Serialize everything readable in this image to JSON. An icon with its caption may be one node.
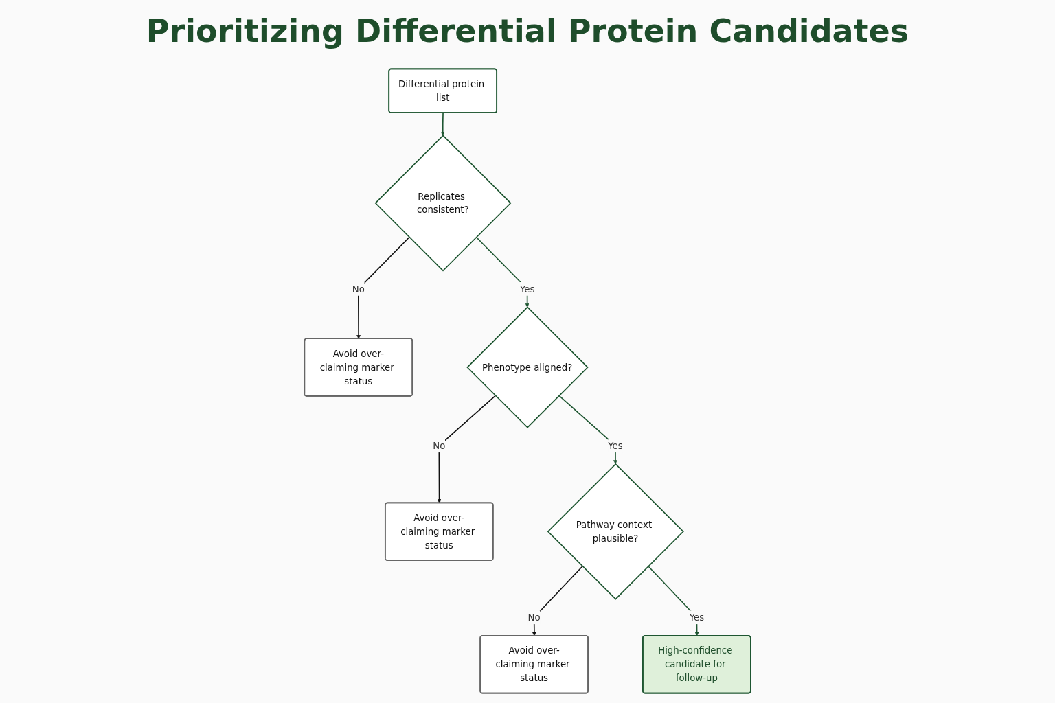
{
  "diagram": {
    "title": "Prioritizing Differential Protein Candidates",
    "nodes": [
      {
        "text": [
          "Differential protein list"
        ]
      },
      {
        "text": [
          "Replicates consistent?"
        ]
      },
      {
        "text": [
          "Avoid over-claiming marker status"
        ]
      },
      {
        "text": [
          "Phenotype aligned?"
        ]
      },
      {
        "text": [
          "Avoid over-claiming marker status"
        ]
      },
      {
        "text": [
          "Pathway context plausible?"
        ]
      },
      {
        "text": [
          "Avoid over-claiming marker status"
        ]
      },
      {
        "text": [
          "High-confidence candidate for follow-up"
        ]
      }
    ],
    "edges": [
      {
        "from": 0,
        "to": 1,
        "arrow": "to"
      },
      {
        "from": 1,
        "to": 2,
        "arrow": "to",
        "label": "No",
        "color": "#111111"
      },
      {
        "from": 1,
        "to": 3,
        "arrow": "to",
        "label": "Yes"
      },
      {
        "from": 3,
        "to": 4,
        "arrow": "to",
        "label": "No",
        "color": "#111111"
      },
      {
        "from": 3,
        "to": 5,
        "arrow": "to",
        "label": "Yes"
      },
      {
        "from": 5,
        "to": 6,
        "arrow": "to",
        "label": "No",
        "color": "#111111"
      },
      {
        "from": 5,
        "to": 7,
        "arrow": "to",
        "label": "Yes"
      }
    ]
  }
}
